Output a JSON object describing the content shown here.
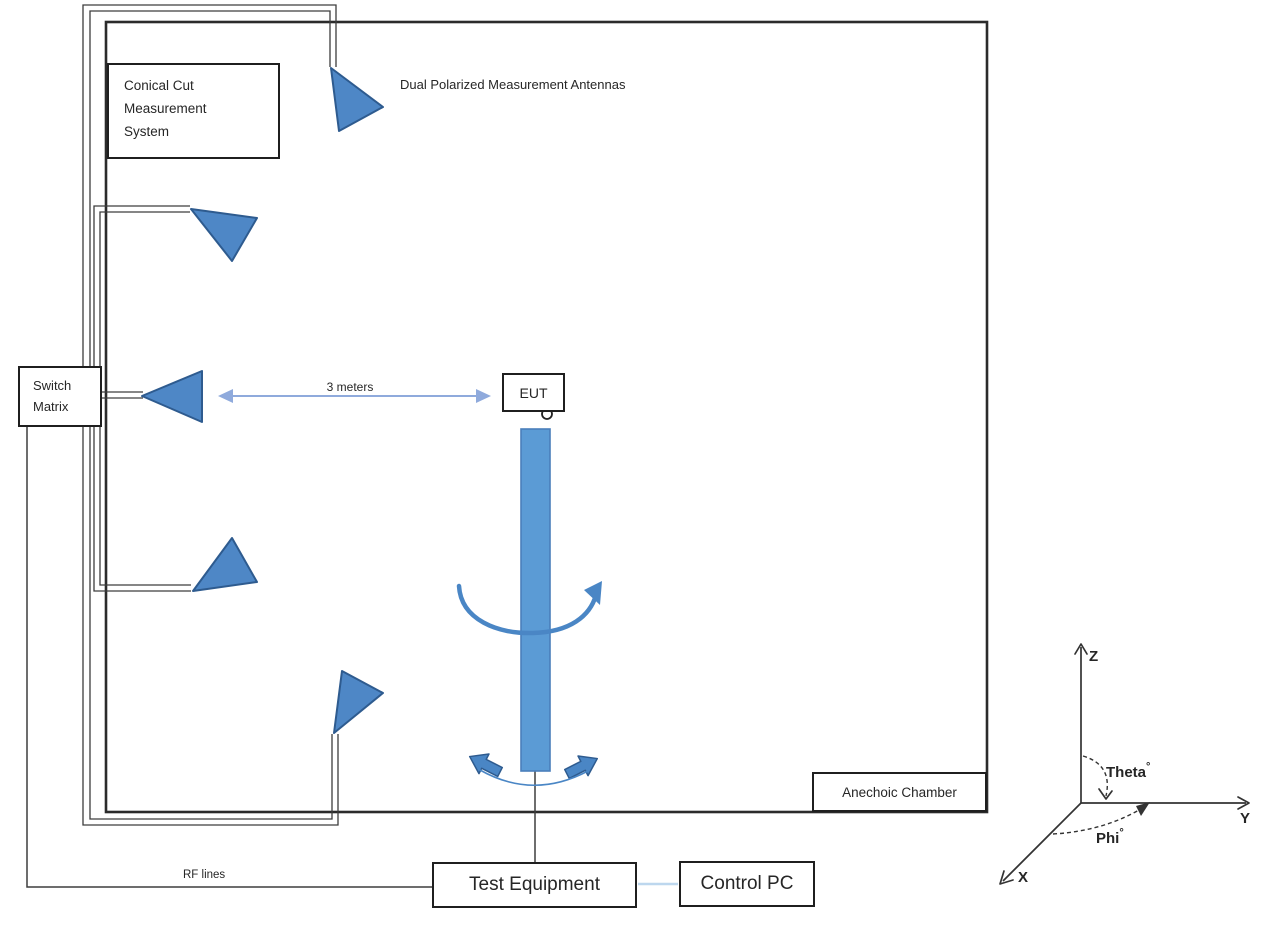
{
  "diagram": {
    "system_box": {
      "lines": [
        "Conical Cut",
        "Measurement",
        "System"
      ]
    },
    "switch_matrix": {
      "lines": [
        "Switch",
        "Matrix"
      ]
    },
    "antennas_label": "Dual Polarized Measurement Antennas",
    "eut_label": "EUT",
    "distance_label": "3 meters",
    "chamber_label": "Anechoic Chamber",
    "rf_lines_label": "RF lines",
    "test_equipment_label": "Test Equipment",
    "control_pc_label": "Control PC",
    "axes": {
      "z": "Z",
      "y": "Y",
      "x": "X",
      "theta": {
        "name": "Theta",
        "deg": "°"
      },
      "phi": {
        "name": "Phi",
        "deg": "°"
      }
    },
    "colors": {
      "antenna_fill": "#4E87C6",
      "antenna_stroke": "#2E5B8F",
      "mast_fill": "#5B9BD5",
      "mast_stroke": "#4A7EBB",
      "distance_arrow": "#8FAADC",
      "rotation_arrow": "#4A86C5",
      "pc_connector": "#BDD7EE",
      "structure_line": "#3D3D3D"
    }
  }
}
